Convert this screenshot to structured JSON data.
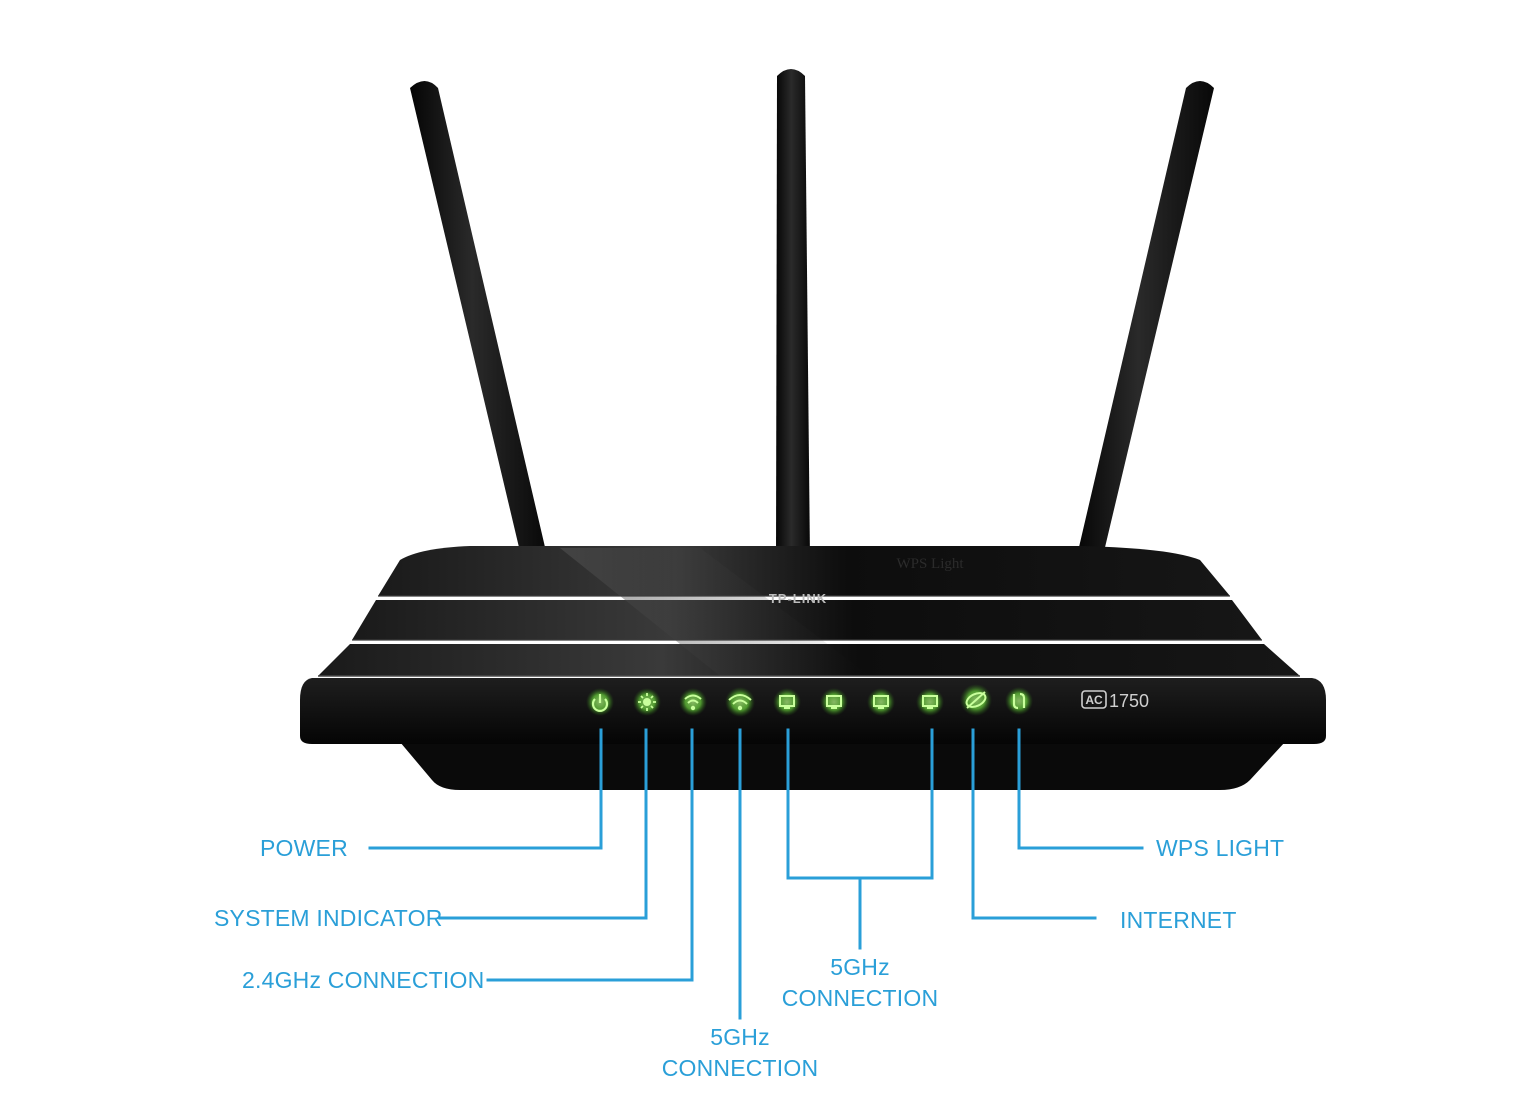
{
  "device": {
    "brand": "TP-LINK",
    "model": "1750",
    "model_badge": "AC",
    "overlay_text": "WPS Light"
  },
  "colors": {
    "callout": "#2a9fd8",
    "led_glow": "#7ee84a",
    "body": "#0c0c0c"
  },
  "leds": [
    {
      "icon": "power-icon"
    },
    {
      "icon": "system-icon"
    },
    {
      "icon": "wifi-2g-icon"
    },
    {
      "icon": "wifi-5g-icon"
    },
    {
      "icon": "lan1-icon"
    },
    {
      "icon": "lan2-icon"
    },
    {
      "icon": "lan3-icon"
    },
    {
      "icon": "lan4-icon"
    },
    {
      "icon": "internet-icon"
    },
    {
      "icon": "wps-icon"
    }
  ],
  "labels": {
    "power": "POWER",
    "system": "SYSTEM INDICATOR",
    "ghz24": "2.4GHz CONNECTION",
    "ghz5_bottom_line1": "5GHz",
    "ghz5_bottom_line2": "CONNECTION",
    "ghz5_mid_line1": "5GHz",
    "ghz5_mid_line2": "CONNECTION",
    "wps": "WPS LIGHT",
    "internet": "INTERNET"
  }
}
